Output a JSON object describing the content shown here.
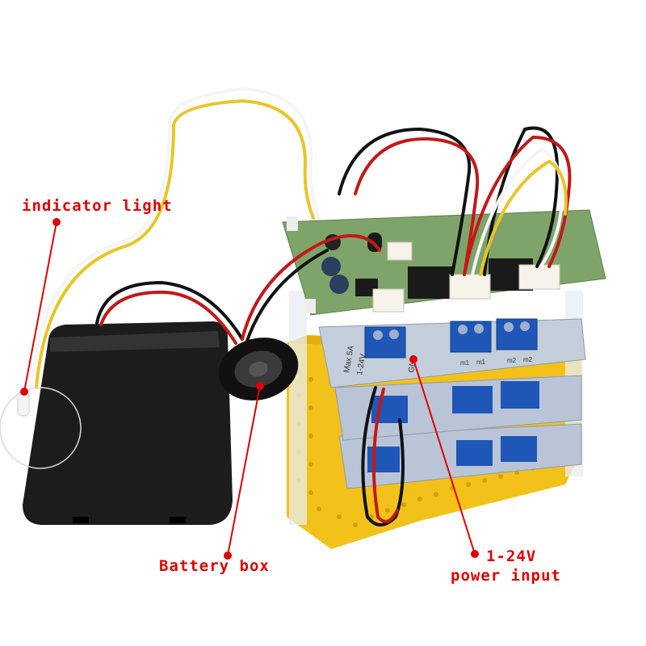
{
  "labels": {
    "indicator_light": "indicator light",
    "battery_box": "Battery box",
    "power_input_line1": "1-24V",
    "power_input_line2": "power input"
  },
  "board_text": {
    "max_rating": "Max 5A",
    "voltage": "1-24V",
    "gnd": "GND",
    "terminal_labels": [
      "m1",
      "m1",
      "m2",
      "m2"
    ]
  },
  "colors": {
    "annotation": "#e00000",
    "yellow_base": "#f2c21a",
    "pcb_top": "#7fa46a",
    "pcb_driver": "#b9c4d6",
    "terminal_blue": "#1f57b8",
    "battery_box": "#1a1a1a"
  }
}
